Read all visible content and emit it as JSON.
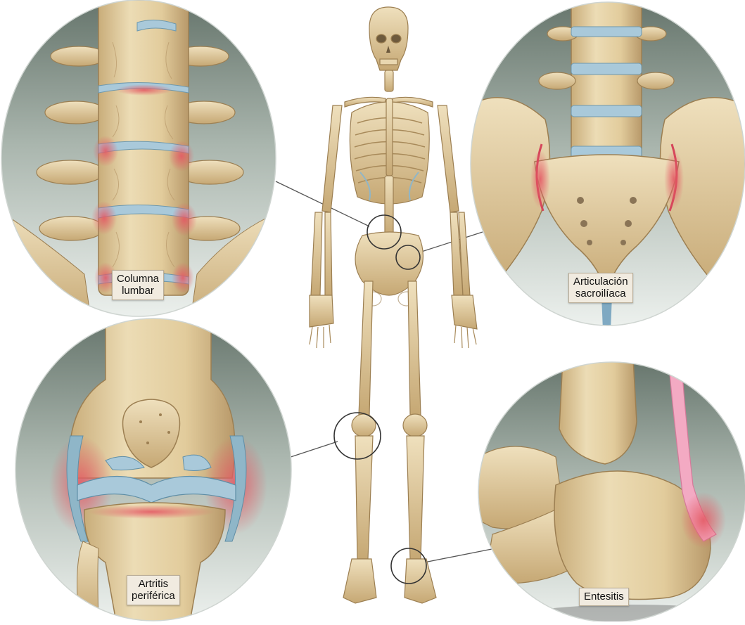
{
  "labels": {
    "lumbar": [
      "Columna",
      "lumbar"
    ],
    "sacroiliac": [
      "Articulación",
      "sacroilíaca"
    ],
    "peripheral": [
      "Artritis",
      "periférica"
    ],
    "enthesitis": [
      "Entesitis"
    ]
  },
  "colors": {
    "bone": "#e6d2a6",
    "bone_shade": "#c9ad7a",
    "bone_outline": "#9c7f52",
    "cartilage": "#9cc3d6",
    "inflammation": "#e2767a",
    "tendon": "#f3aac3",
    "background_top": "#6f7f76",
    "background_bottom": "#e6ece8",
    "callout": "#555555"
  }
}
